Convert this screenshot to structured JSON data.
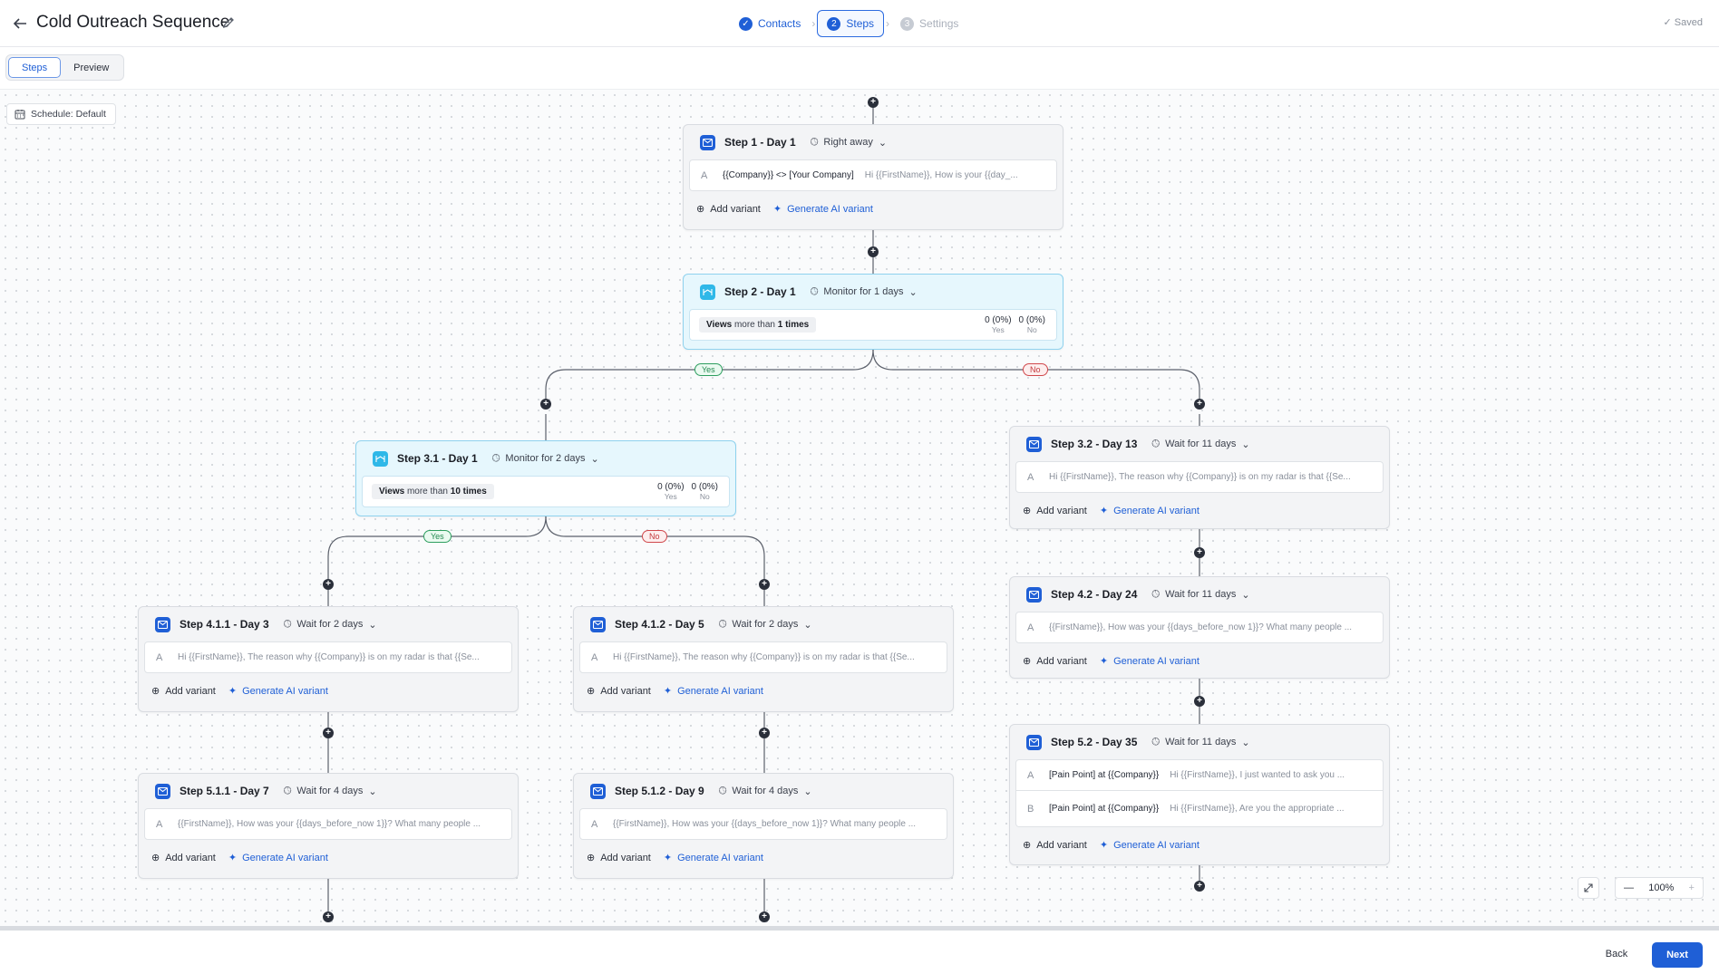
{
  "header": {
    "title": "Cold Outreach Sequence",
    "steps": [
      {
        "number": "",
        "label": "Contacts",
        "state": "done"
      },
      {
        "number": "2",
        "label": "Steps",
        "state": "active"
      },
      {
        "number": "3",
        "label": "Settings",
        "state": "todo"
      }
    ],
    "saved": "Saved"
  },
  "view_tabs": {
    "steps": "Steps",
    "preview": "Preview"
  },
  "schedule": {
    "label": "Schedule: Default"
  },
  "common": {
    "add_variant": "Add variant",
    "generate_ai": "Generate AI variant",
    "yes": "Yes",
    "no": "No"
  },
  "cards": {
    "s1": {
      "title": "Step 1 - Day 1",
      "timing": "Right away",
      "variants": [
        {
          "letter": "A",
          "subject": "{{Company}} <> [Your Company]",
          "body": "Hi {{FirstName}}, How is your {{day_..."
        }
      ]
    },
    "s2": {
      "title": "Step 2 - Day 1",
      "timing": "Monitor for 1 days",
      "cond_bold": "Views",
      "cond_mid": "more than",
      "cond_val": "1 times",
      "yes_count": "0 (0%)",
      "no_count": "0 (0%)"
    },
    "s31": {
      "title": "Step 3.1 - Day 1",
      "timing": "Monitor for 2 days",
      "cond_bold": "Views",
      "cond_mid": "more than",
      "cond_val": "10 times",
      "yes_count": "0 (0%)",
      "no_count": "0 (0%)"
    },
    "s32": {
      "title": "Step 3.2 - Day 13",
      "timing": "Wait for 11 days",
      "variants": [
        {
          "letter": "A",
          "subject": "",
          "body": "Hi {{FirstName}}, The reason why {{Company}} is on my radar is that {{Se..."
        }
      ]
    },
    "s411": {
      "title": "Step 4.1.1 - Day 3",
      "timing": "Wait for 2 days",
      "variants": [
        {
          "letter": "A",
          "subject": "",
          "body": "Hi {{FirstName}}, The reason why {{Company}} is on my radar is that {{Se..."
        }
      ]
    },
    "s412": {
      "title": "Step 4.1.2 - Day 5",
      "timing": "Wait for 2 days",
      "variants": [
        {
          "letter": "A",
          "subject": "",
          "body": "Hi {{FirstName}}, The reason why {{Company}} is on my radar is that {{Se..."
        }
      ]
    },
    "s42": {
      "title": "Step 4.2 - Day 24",
      "timing": "Wait for 11 days",
      "variants": [
        {
          "letter": "A",
          "subject": "",
          "body": "{{FirstName}}, How was your {{days_before_now 1}}? What many people ..."
        }
      ]
    },
    "s511": {
      "title": "Step 5.1.1 - Day 7",
      "timing": "Wait for 4 days",
      "variants": [
        {
          "letter": "A",
          "subject": "",
          "body": "{{FirstName}}, How was your {{days_before_now 1}}? What many people ..."
        }
      ]
    },
    "s512": {
      "title": "Step 5.1.2 - Day 9",
      "timing": "Wait for 4 days",
      "variants": [
        {
          "letter": "A",
          "subject": "",
          "body": "{{FirstName}}, How was your {{days_before_now 1}}? What many people ..."
        }
      ]
    },
    "s52": {
      "title": "Step 5.2 - Day 35",
      "timing": "Wait for 11 days",
      "variants": [
        {
          "letter": "A",
          "subject": "[Pain Point] at {{Company}}",
          "body": "Hi {{FirstName}}, I just wanted to ask you ..."
        },
        {
          "letter": "B",
          "subject": "[Pain Point] at {{Company}}",
          "body": "Hi {{FirstName}}, Are you the appropriate ..."
        }
      ]
    }
  },
  "zoom": {
    "level": "100%"
  },
  "footer": {
    "back": "Back",
    "next": "Next"
  }
}
